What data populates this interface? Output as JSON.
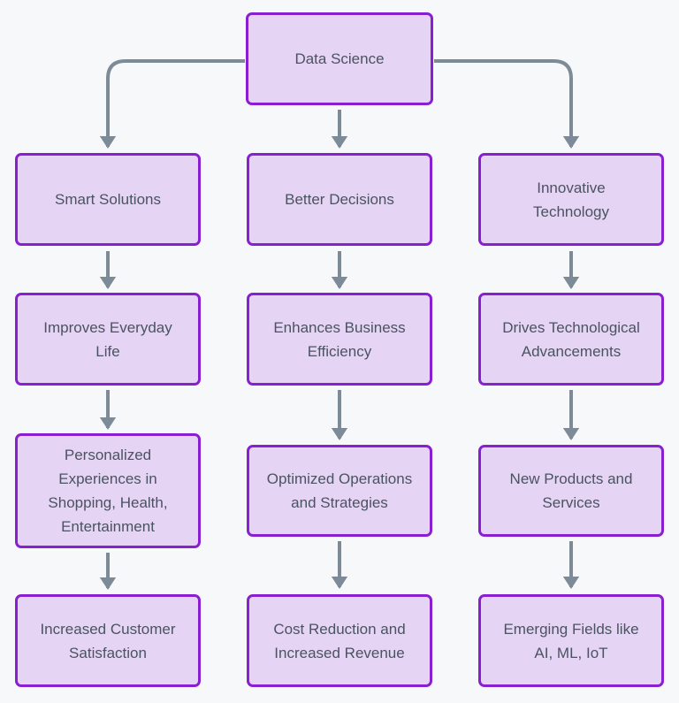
{
  "diagram": {
    "type": "flowchart",
    "direction": "top-down",
    "colors": {
      "background": "#f7f8fa",
      "node-fill": "#e6d4f5",
      "node-border": "#8a1fd1",
      "node-text": "#4a5361",
      "arrow": "#7d8a97"
    },
    "root": {
      "label": "Data Science"
    },
    "columns": [
      {
        "name": "smart-solutions-branch",
        "nodes": [
          {
            "label": "Smart Solutions"
          },
          {
            "label": "Improves Everyday Life"
          },
          {
            "label": "Personalized Experiences in Shopping, Health, Entertainment"
          },
          {
            "label": "Increased Customer Satisfaction"
          }
        ]
      },
      {
        "name": "better-decisions-branch",
        "nodes": [
          {
            "label": "Better Decisions"
          },
          {
            "label": "Enhances Business Efficiency"
          },
          {
            "label": "Optimized Operations and Strategies"
          },
          {
            "label": "Cost Reduction and Increased Revenue"
          }
        ]
      },
      {
        "name": "innovative-technology-branch",
        "nodes": [
          {
            "label": "Innovative Technology"
          },
          {
            "label": "Drives Technological Advancements"
          },
          {
            "label": "New Products and Services"
          },
          {
            "label": "Emerging Fields like AI, ML, IoT"
          }
        ]
      }
    ],
    "edges": [
      {
        "from": "Data Science",
        "to": "Smart Solutions"
      },
      {
        "from": "Data Science",
        "to": "Better Decisions"
      },
      {
        "from": "Data Science",
        "to": "Innovative Technology"
      },
      {
        "from": "Smart Solutions",
        "to": "Improves Everyday Life"
      },
      {
        "from": "Improves Everyday Life",
        "to": "Personalized Experiences in Shopping, Health, Entertainment"
      },
      {
        "from": "Personalized Experiences in Shopping, Health, Entertainment",
        "to": "Increased Customer Satisfaction"
      },
      {
        "from": "Better Decisions",
        "to": "Enhances Business Efficiency"
      },
      {
        "from": "Enhances Business Efficiency",
        "to": "Optimized Operations and Strategies"
      },
      {
        "from": "Optimized Operations and Strategies",
        "to": "Cost Reduction and Increased Revenue"
      },
      {
        "from": "Innovative Technology",
        "to": "Drives Technological Advancements"
      },
      {
        "from": "Drives Technological Advancements",
        "to": "New Products and Services"
      },
      {
        "from": "New Products and Services",
        "to": "Emerging Fields like AI, ML, IoT"
      }
    ]
  }
}
